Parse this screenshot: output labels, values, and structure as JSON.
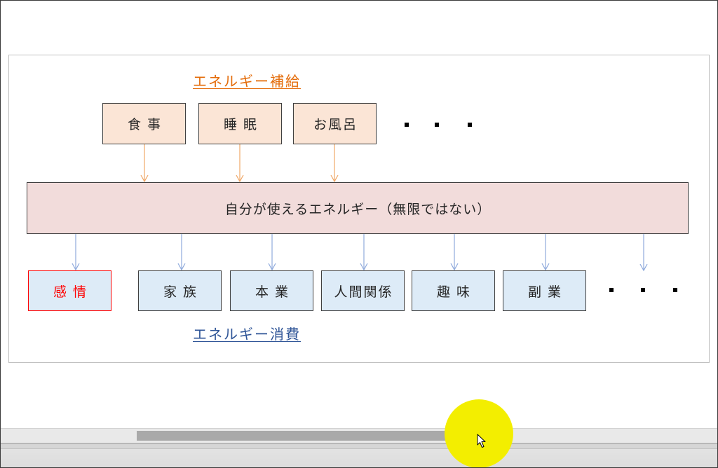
{
  "diagram": {
    "supply_title": "エネルギー補給",
    "supply_items": [
      "食事",
      "睡眠",
      "お風呂"
    ],
    "central_box": "自分が使えるエネルギー（無限ではない）",
    "consumption_items": [
      "感情",
      "家族",
      "本業",
      "人間関係",
      "趣味",
      "副業"
    ],
    "consumption_title": "エネルギー消費"
  },
  "colors": {
    "supply_title": "#e46c0a",
    "consumption_title": "#2f5597",
    "supply_box_fill": "#fbe5d6",
    "central_box_fill": "#f2dcdb",
    "consumption_box_fill": "#ddebf7",
    "emotion_highlight": "#ff0000",
    "supply_arrow": "#f0a868",
    "consumption_arrow": "#8faadc",
    "ellipsis_dot": "#000000",
    "cursor_highlight": "#f3ee00"
  },
  "icons": {
    "pointer": "mouse-pointer-icon"
  }
}
